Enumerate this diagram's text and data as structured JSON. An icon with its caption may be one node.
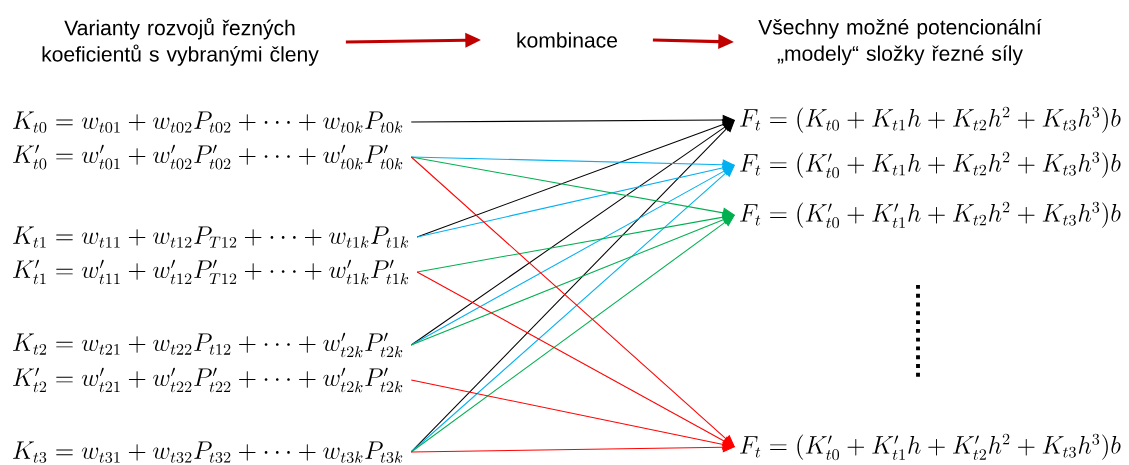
{
  "diagram": {
    "nodes": [
      {
        "text": [
          "Varianty rozvojů řezných koeficientů s vybranými členy"
        ]
      },
      {
        "text": [
          "kombinace"
        ]
      },
      {
        "text": [
          "Všechny možné potencionální „modely“ složky řezné síly"
        ]
      },
      {
        "text": [
          "K_{t0} = w_{t01} + w_{t02}P_{t02} + \\cdots + w_{t0k}P_{t0k}"
        ]
      },
      {
        "text": [
          "K'_{t0} = w'_{t01} + w'_{t02}P'_{t02} + \\cdots + w'_{t0k}P'_{t0k}"
        ]
      },
      {
        "text": [
          "K_{t1} = w_{t11} + w_{t12}P_{T12} + \\cdots + w_{t1k}P_{t1k}"
        ]
      },
      {
        "text": [
          "K'_{t1} = w'_{t11} + w'_{t12}P'_{T12} + \\cdots + w'_{t1k}P'_{t1k}"
        ]
      },
      {
        "text": [
          "K_{t2} = w_{t21} + w_{t22}P_{t12} + \\cdots + w'_{t2k}P'_{t2k}"
        ]
      },
      {
        "text": [
          "K'_{t2} = w'_{t21} + w'_{t22}P'_{t22} + \\cdots + w'_{t2k}P'_{t2k}"
        ]
      },
      {
        "text": [
          "K_{t3} = w_{t31} + w_{t32}P_{t32} + \\cdots + w_{t3k}P_{t3k}"
        ]
      },
      {
        "text": [
          "F_t = (K_{t0} + K_{t1}h + K_{t2}h^2 + K_{t3}h^3)b"
        ]
      },
      {
        "text": [
          "F_t = (K'_{t0} + K_{t1}h + K_{t2}h^2 + K_{t3}h^3)b"
        ]
      },
      {
        "text": [
          "F_t = (K'_{t0} + K'_{t1}h + K_{t2}h^2 + K_{t3}h^3)b"
        ]
      },
      {
        "text": [
          "F_t = (K'_{t0} + K'_{t1}h + K'_{t2}h^2 + K_{t3}h^3)b"
        ]
      }
    ],
    "edges": [
      {
        "from": 0,
        "to": 1,
        "arrow": "to",
        "style": "thick",
        "color": "#c00000"
      },
      {
        "from": 1,
        "to": 2,
        "arrow": "to",
        "style": "thick",
        "color": "#c00000"
      },
      {
        "from": 3,
        "to": 10,
        "arrow": "to"
      },
      {
        "from": 5,
        "to": 10,
        "arrow": "to"
      },
      {
        "from": 7,
        "to": 10,
        "arrow": "to"
      },
      {
        "from": 9,
        "to": 10,
        "arrow": "to"
      },
      {
        "from": 4,
        "to": 11,
        "arrow": "to",
        "color": "#00b0f0"
      },
      {
        "from": 5,
        "to": 11,
        "arrow": "to",
        "color": "#00b0f0"
      },
      {
        "from": 7,
        "to": 11,
        "arrow": "to",
        "color": "#00b0f0"
      },
      {
        "from": 9,
        "to": 11,
        "arrow": "to",
        "color": "#00b0f0"
      },
      {
        "from": 4,
        "to": 12,
        "arrow": "to",
        "color": "#00b050"
      },
      {
        "from": 6,
        "to": 12,
        "arrow": "to",
        "color": "#00b050"
      },
      {
        "from": 7,
        "to": 12,
        "arrow": "to",
        "color": "#00b050"
      },
      {
        "from": 9,
        "to": 12,
        "arrow": "to",
        "color": "#00b050"
      },
      {
        "from": 4,
        "to": 13,
        "arrow": "to",
        "color": "#ff0000"
      },
      {
        "from": 6,
        "to": 13,
        "arrow": "to",
        "color": "#ff0000"
      },
      {
        "from": 8,
        "to": 13,
        "arrow": "to",
        "color": "#ff0000"
      },
      {
        "from": 9,
        "to": 13,
        "arrow": "to",
        "color": "#ff0000"
      }
    ]
  }
}
